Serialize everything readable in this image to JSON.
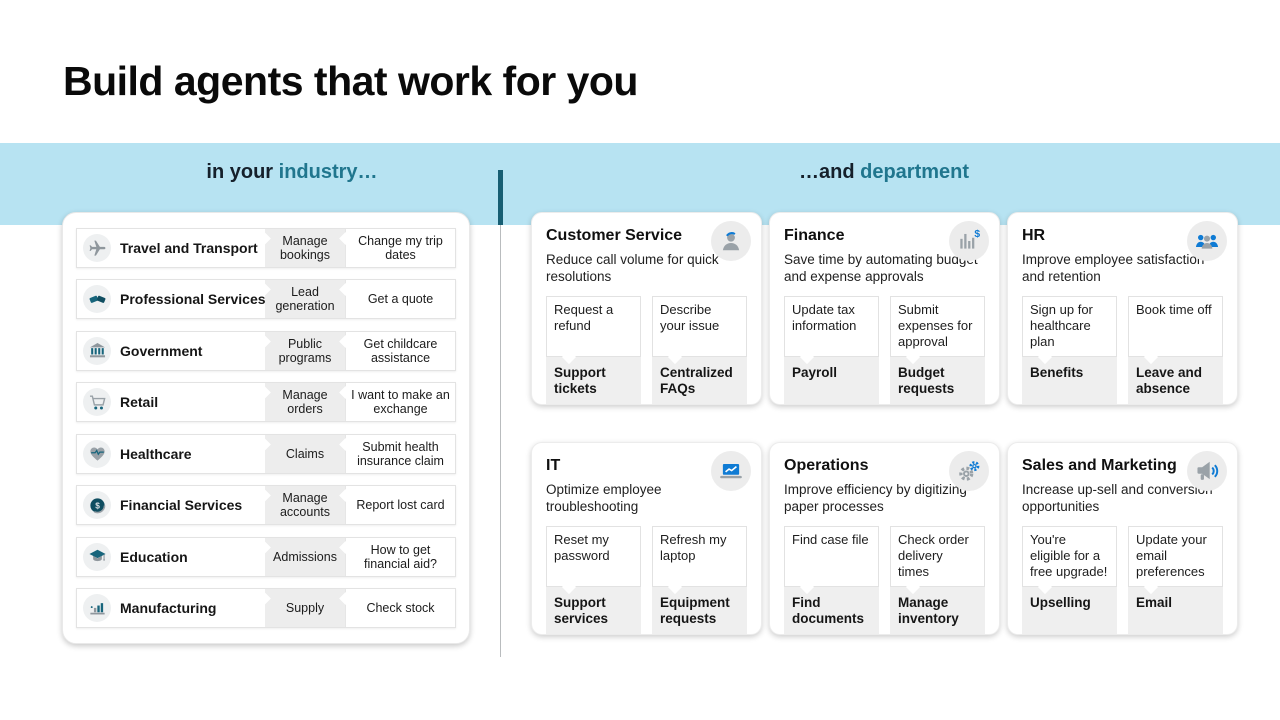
{
  "slide": {
    "title": "Build agents that work for you"
  },
  "band": {
    "left_prefix": "in your ",
    "left_highlight": "industry…",
    "right_prefix": "…and ",
    "right_highlight": "department"
  },
  "colors": {
    "band_blue": "#b7e3f2",
    "divider_teal": "#175e73",
    "header_teal_text": "#20768e",
    "accent_blue": "#0f7bd4",
    "icon_gray": "#9aa2a8",
    "icon_teal": "#17657c",
    "chip_gray_bg": "#ededed"
  },
  "industries": [
    {
      "name": "Travel and Transport",
      "icon": "plane-icon",
      "topic": "Manage bookings",
      "utterance": "Change my trip dates"
    },
    {
      "name": "Professional Services",
      "icon": "handshake-icon",
      "topic": "Lead generation",
      "utterance": "Get a quote"
    },
    {
      "name": "Government",
      "icon": "bank-icon",
      "topic": "Public programs",
      "utterance": "Get childcare assistance"
    },
    {
      "name": "Retail",
      "icon": "cart-icon",
      "topic": "Manage orders",
      "utterance": "I want to make an exchange"
    },
    {
      "name": "Healthcare",
      "icon": "heart-pulse-icon",
      "topic": "Claims",
      "utterance": "Submit health insurance claim"
    },
    {
      "name": "Financial Services",
      "icon": "coin-icon",
      "topic": "Manage accounts",
      "utterance": "Report lost card"
    },
    {
      "name": "Education",
      "icon": "graduation-cap-icon",
      "topic": "Admissions",
      "utterance": "How to get financial aid?"
    },
    {
      "name": "Manufacturing",
      "icon": "bar-chart-icon",
      "topic": "Supply",
      "utterance": "Check stock"
    }
  ],
  "departments": [
    {
      "name": "Customer Service",
      "icon": "person-headset-icon",
      "description": "Reduce call volume for quick resolutions",
      "pairs": [
        {
          "utterance": "Request a refund",
          "topic": "Support tickets"
        },
        {
          "utterance": "Describe your issue",
          "topic": "Centralized FAQs"
        }
      ]
    },
    {
      "name": "Finance",
      "icon": "chart-dollar-icon",
      "description": "Save time by automating budget and expense approvals",
      "pairs": [
        {
          "utterance": "Update tax information",
          "topic": "Payroll"
        },
        {
          "utterance": "Submit expenses for approval",
          "topic": "Budget requests"
        }
      ]
    },
    {
      "name": "HR",
      "icon": "people-icon",
      "description": "Improve employee satisfaction and retention",
      "pairs": [
        {
          "utterance": "Sign up for healthcare plan",
          "topic": "Benefits"
        },
        {
          "utterance": "Book time off",
          "topic": "Leave and absence"
        }
      ]
    },
    {
      "name": "IT",
      "icon": "laptop-chart-icon",
      "description": "Optimize employee troubleshooting",
      "pairs": [
        {
          "utterance": "Reset my password",
          "topic": "Support services"
        },
        {
          "utterance": "Refresh my laptop",
          "topic": "Equipment requests"
        }
      ]
    },
    {
      "name": "Operations",
      "icon": "gears-icon",
      "description": "Improve efficiency by digitizing paper processes",
      "pairs": [
        {
          "utterance": "Find case file",
          "topic": "Find documents"
        },
        {
          "utterance": "Check order delivery times",
          "topic": "Manage inventory"
        }
      ]
    },
    {
      "name": "Sales and Marketing",
      "icon": "megaphone-icon",
      "description": "Increase up-sell and conversion opportunities",
      "pairs": [
        {
          "utterance": "You're eligible for a free upgrade!",
          "topic": "Upselling"
        },
        {
          "utterance": "Update your email preferences",
          "topic": "Email"
        }
      ]
    }
  ]
}
